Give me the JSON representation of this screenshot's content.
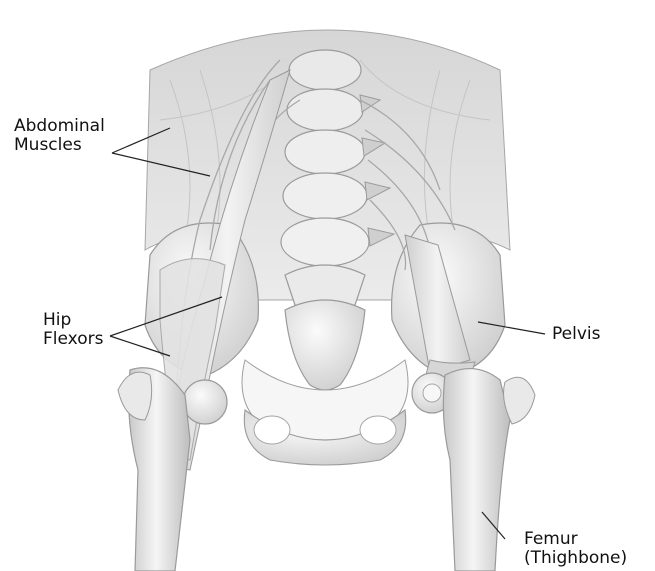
{
  "labels": {
    "abdominal": [
      "Abdominal",
      "Muscles"
    ],
    "hip_flexors": [
      "Hip",
      "Flexors"
    ],
    "pelvis": "Pelvis",
    "femur": [
      "Femur",
      "(Thighbone)"
    ]
  },
  "colors": {
    "background": "#ffffff",
    "tissue_light": "#f1f1f1",
    "tissue_mid": "#dcdcdc",
    "tissue_shadow": "#b9b9b9",
    "bone": "#ececec",
    "nerve": "#a9a9a9",
    "outline": "#8c8c8c",
    "leader": "#222222",
    "text": "#111111"
  }
}
